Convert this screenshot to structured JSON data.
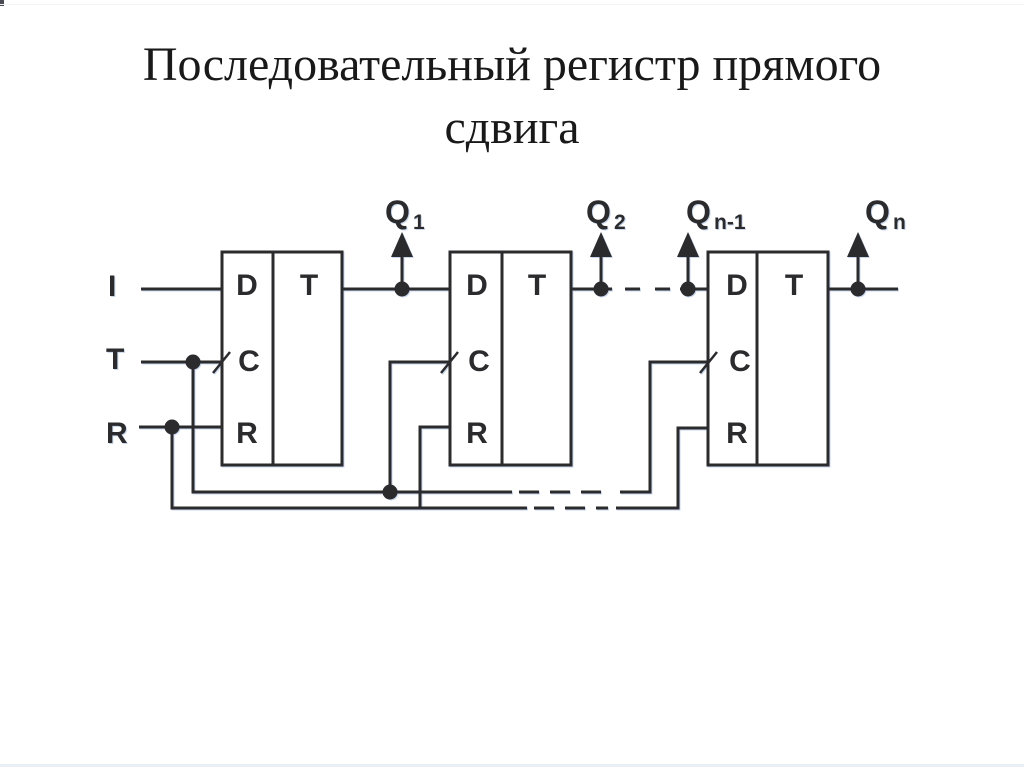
{
  "slide": {
    "title": "Последовательный регистр прямого сдвига",
    "title_lines": [
      "Последовательный регистр прямого",
      "сдвига"
    ]
  },
  "circuit": {
    "inputs": [
      {
        "name": "data-input",
        "label": "I"
      },
      {
        "name": "clock-input",
        "label": "T"
      },
      {
        "name": "reset-input",
        "label": "R"
      }
    ],
    "flipflops": [
      {
        "name": "flipflop-1",
        "pins": {
          "d": "D",
          "c": "C",
          "r": "R"
        },
        "type_label": "T"
      },
      {
        "name": "flipflop-2",
        "pins": {
          "d": "D",
          "c": "C",
          "r": "R"
        },
        "type_label": "T"
      },
      {
        "name": "flipflop-n",
        "pins": {
          "d": "D",
          "c": "C",
          "r": "R"
        },
        "type_label": "T"
      }
    ],
    "outputs": [
      {
        "name": "output-q1",
        "base": "Q",
        "sub": "1"
      },
      {
        "name": "output-q2",
        "base": "Q",
        "sub": "2"
      },
      {
        "name": "output-qn-1",
        "base": "Q",
        "sub": "n-1"
      },
      {
        "name": "output-qn",
        "base": "Q",
        "sub": "n"
      }
    ]
  },
  "colors": {
    "background": "#ffffff",
    "line": "#2b2b2e",
    "line_halo": "#9ab5dd",
    "title_text": "#191919",
    "bottom_edge": "#eaeef5"
  }
}
